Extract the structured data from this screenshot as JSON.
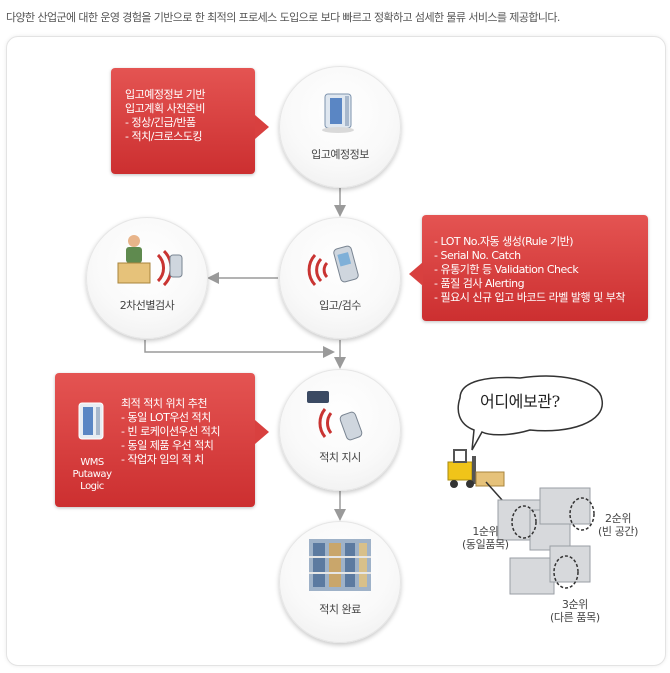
{
  "intro_text": "다양한 산업군에 대한 운영 경험을 기반으로 한 최적의 프로세스 도입으로 보다 빠르고 정확하고 섬세한 물류 서비스를 제공합니다.",
  "colors": {
    "callout_red": "#d8403f",
    "arrow_gray": "#9a9a9a",
    "circle_border": "#e6e6e6"
  },
  "steps": {
    "receiving_plan": {
      "label": "입고예정정보",
      "icon": "document-scanner-icon"
    },
    "inspection": {
      "label": "입고/검수",
      "icon": "handheld-scanner-icon"
    },
    "second_inspection": {
      "label": "2차선별검사",
      "icon": "worker-box-icon"
    },
    "putaway_instruction": {
      "label": "적치 지시",
      "icon": "wireless-scanner-icon"
    },
    "putaway_complete": {
      "label": "적치 완료",
      "icon": "warehouse-rack-icon"
    }
  },
  "callouts": {
    "plan": {
      "lines": [
        "입고예정정보 기반",
        "입고계획 사전준비",
        "- 정상/긴급/반품",
        "- 적치/크로스도킹"
      ]
    },
    "inspection": {
      "lines": [
        "- LOT No.자동 생성(Rule 기반)",
        "- Serial No. Catch",
        "- 유통기한 등 Validation Check",
        "- 품질 검사 Alerting",
        "- 필요시 신규 입고 바코드 라벨 발행 및 부착"
      ]
    },
    "putaway": {
      "system_lines": [
        "WMS",
        "Putaway",
        "Logic"
      ],
      "lines": [
        "최적 적치 위치 추천",
        "- 동일 LOT우선 적치",
        "- 빈 로케이션우선 적치",
        "- 동일 제품 우선 적치",
        "- 작업자 임의 적 치"
      ]
    }
  },
  "warehouse_scene": {
    "bubble_text": "어디에보관?",
    "priority_1": [
      "1순위",
      "(동일품목)"
    ],
    "priority_2": [
      "2순위",
      "(빈 공간)"
    ],
    "priority_3": [
      "3순위",
      "(다른 품목)"
    ]
  }
}
